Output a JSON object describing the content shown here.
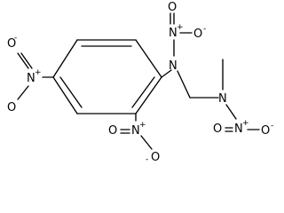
{
  "molecule": {
    "atoms": {
      "n_ortho": "N",
      "n_ortho_charge": "+",
      "o_ortho_left": "O",
      "o_ortho_bottom": "O",
      "o_ortho_bottom_charge": "-",
      "n_para": "N",
      "n_para_charge": "+",
      "o_para_top": "O",
      "o_para_top_charge": "-",
      "o_para_bottom": "O",
      "n_amine": "N",
      "n_amine_nitro": "N",
      "n_amine_nitro_charge": "+",
      "o_amine_nitro_top": "O",
      "o_amine_nitro_right": "O",
      "o_amine_nitro_right_charge": "-",
      "n_methyl": "N",
      "n_methyl_nitro": "N",
      "n_methyl_nitro_charge": "+",
      "o_methyl_nitro_left": "O",
      "o_methyl_nitro_right": "O",
      "o_methyl_nitro_right_charge": "-"
    },
    "colors": {
      "bond": "#000000",
      "atom_label": "#000000",
      "background": "#ffffff"
    }
  }
}
